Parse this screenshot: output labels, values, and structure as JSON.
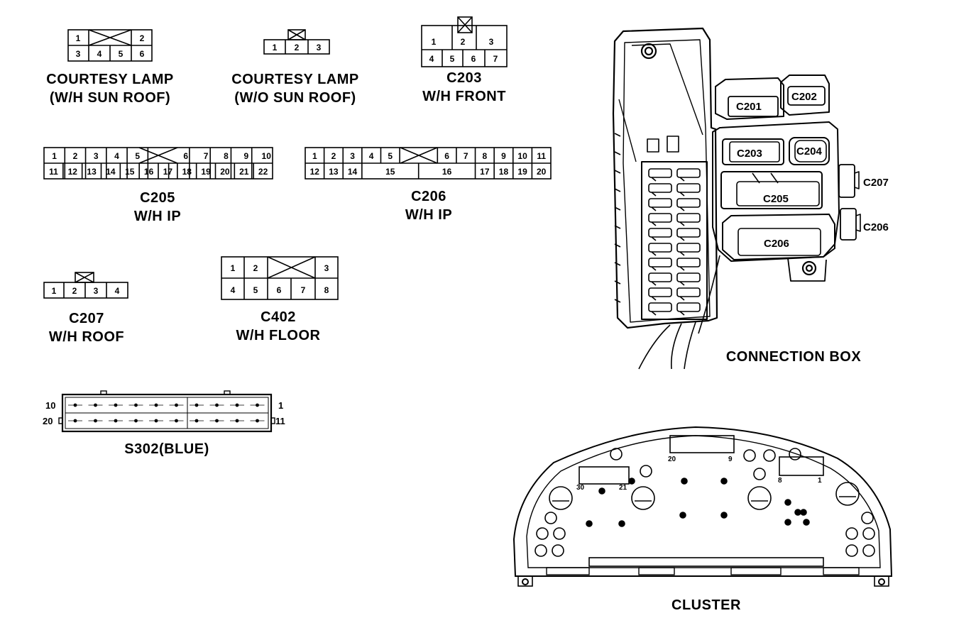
{
  "connectors": {
    "courtesy_sunroof": {
      "name": "COURTESY LAMP",
      "variant": "(W/H SUN ROOF)",
      "rows": [
        [
          "1",
          "",
          "",
          "2"
        ],
        [
          "3",
          "4",
          "5",
          "6"
        ]
      ]
    },
    "courtesy_no_sunroof": {
      "name": "COURTESY LAMP",
      "variant": "(W/O SUN ROOF)",
      "rows": [
        [
          "1",
          "2",
          "3"
        ]
      ]
    },
    "c203": {
      "name": "C203",
      "variant": "W/H FRONT",
      "rows": [
        [
          "1",
          "2",
          "3"
        ],
        [
          "4",
          "5",
          "6",
          "7"
        ]
      ]
    },
    "c205": {
      "name": "C205",
      "variant": "W/H IP",
      "rows": [
        [
          "1",
          "2",
          "3",
          "4",
          "5",
          "",
          "",
          "6",
          "7",
          "8",
          "9",
          "10"
        ],
        [
          "11",
          "12",
          "13",
          "14",
          "15",
          "16",
          "17",
          "18",
          "19",
          "20",
          "21",
          "22"
        ]
      ]
    },
    "c206": {
      "name": "C206",
      "variant": "W/H IP",
      "rows": [
        [
          "1",
          "2",
          "3",
          "4",
          "5",
          "",
          "",
          "6",
          "7",
          "8",
          "9",
          "10",
          "11"
        ],
        [
          "12",
          "13",
          "14",
          "15",
          "16",
          "17",
          "18",
          "19",
          "20"
        ]
      ]
    },
    "c207": {
      "name": "C207",
      "variant": "W/H ROOF",
      "rows": [
        [
          "1",
          "2",
          "3",
          "4"
        ]
      ]
    },
    "c402": {
      "name": "C402",
      "variant": "W/H FLOOR",
      "rows": [
        [
          "1",
          "2",
          "",
          "",
          "3"
        ],
        [
          "4",
          "5",
          "6",
          "7",
          "8"
        ]
      ]
    },
    "s302": {
      "name": "S302(BLUE)",
      "pin_labels": {
        "top_left": "10",
        "top_right": "1",
        "bottom_left": "20",
        "bottom_right": "11"
      }
    }
  },
  "connection_box": {
    "title": "CONNECTION BOX",
    "labels": [
      "C201",
      "C202",
      "C203",
      "C204",
      "C205",
      "C206",
      "C207",
      "C206"
    ]
  },
  "cluster": {
    "title": "CLUSTER",
    "pin_labels": [
      "20",
      "9",
      "30",
      "21",
      "8",
      "1"
    ]
  }
}
